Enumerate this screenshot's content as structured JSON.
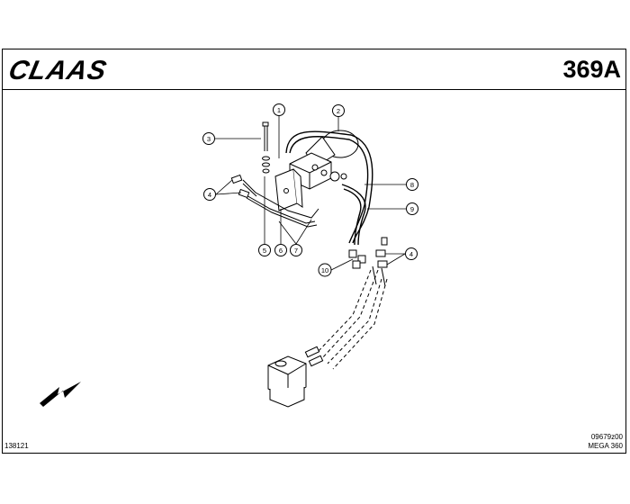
{
  "header": {
    "brand": "CLAAS",
    "page_number": "369A"
  },
  "footer": {
    "doc_code": "09679z00",
    "model": "MEGA 360",
    "sheet_id": "138121"
  },
  "callouts": [
    {
      "id": "c1",
      "label": "1"
    },
    {
      "id": "c2",
      "label": "2"
    },
    {
      "id": "c3",
      "label": "3"
    },
    {
      "id": "c4a",
      "label": "4"
    },
    {
      "id": "c4b",
      "label": "4"
    },
    {
      "id": "c5",
      "label": "5"
    },
    {
      "id": "c6",
      "label": "6"
    },
    {
      "id": "c7",
      "label": "7"
    },
    {
      "id": "c8",
      "label": "8"
    },
    {
      "id": "c9",
      "label": "9"
    },
    {
      "id": "c10",
      "label": "10"
    }
  ],
  "icons": {
    "direction_arrow": "arrow-down-left-icon"
  }
}
